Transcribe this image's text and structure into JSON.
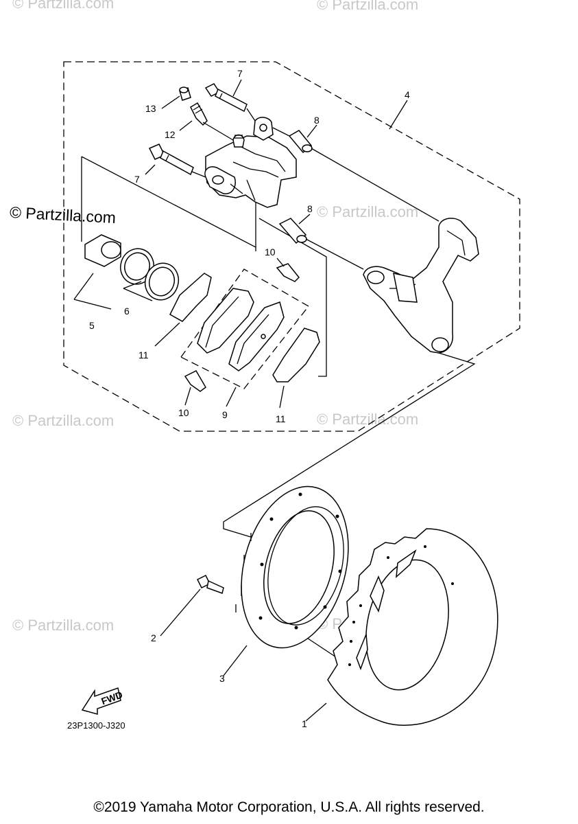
{
  "watermarks": {
    "text": "© Partzilla.com"
  },
  "diagram": {
    "callouts": [
      "1",
      "2",
      "3",
      "4",
      "5",
      "6",
      "7",
      "7",
      "8",
      "8",
      "9",
      "10",
      "10",
      "11",
      "11",
      "12",
      "13"
    ],
    "fwd_label": "FWD",
    "diagram_code": "23P1300-J320"
  },
  "footer": {
    "copyright": "©2019 Yamaha Motor Corporation, U.S.A. All rights reserved."
  }
}
